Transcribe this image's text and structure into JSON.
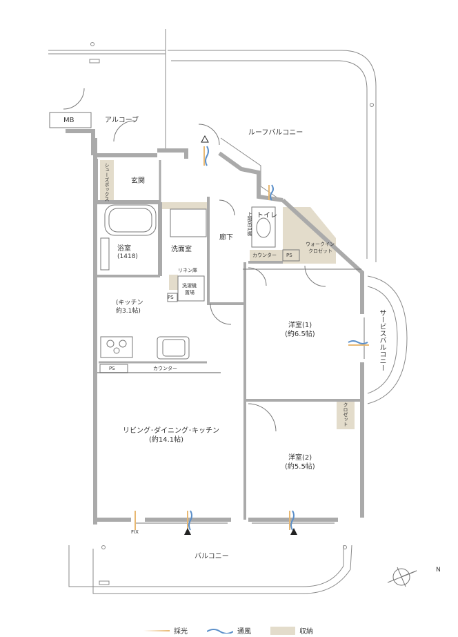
{
  "rooms": {
    "mb": "MB",
    "alcove": "アルコーブ",
    "roof_balcony": "ルーフバルコニー",
    "shoebox": "シューズボックス",
    "entrance": "玄関",
    "bath_name": "浴室",
    "bath_size": "(1418)",
    "washroom": "洗面室",
    "corridor": "廊下",
    "toilet": "トイレ",
    "upper_shelf": "上部吊戸棚",
    "counter_small": "カウンター",
    "walkin_1": "ウォークイン",
    "walkin_2": "クロゼット",
    "linen": "リネン庫",
    "washer_1": "洗濯機",
    "washer_2": "置場",
    "kitchen_name": "(キッチン",
    "kitchen_size": "約3.1帖)",
    "counter_kitchen": "カウンター",
    "ps": "PS",
    "western1_name": "洋室(1)",
    "western1_size": "(約6.5帖)",
    "service_balcony": "サービスバルコニー",
    "closet": "クロゼット",
    "ldk_name": "リビング･ダイニング･キッチン",
    "ldk_size": "(約14.1帖)",
    "western2_name": "洋室(2)",
    "western2_size": "(約5.5帖)",
    "fix": "FIX",
    "balcony": "バルコニー",
    "north": "N"
  },
  "legend": {
    "light": "採光",
    "wind": "通風",
    "storage": "収納"
  },
  "colors": {
    "wall": "#aaaaaa",
    "storage": "#e3dccb",
    "light": "#e8b872",
    "wind": "#5b8fc9"
  }
}
